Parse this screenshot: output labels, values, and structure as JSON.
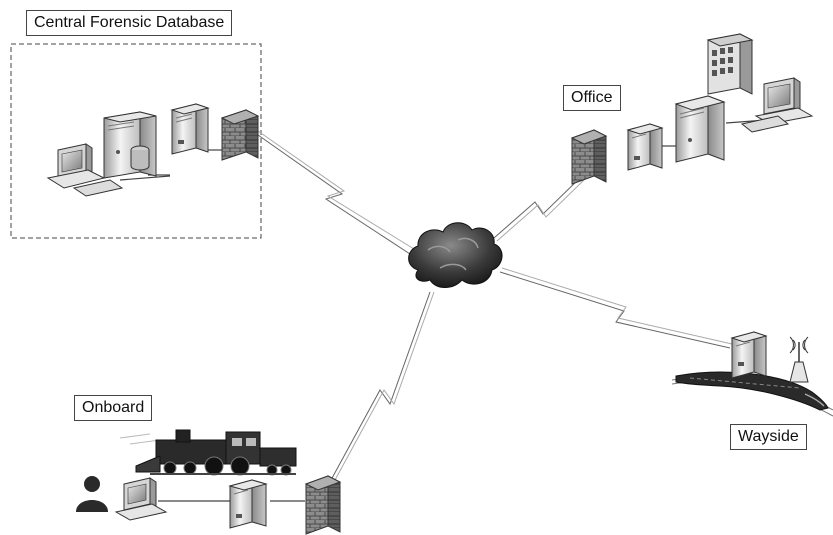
{
  "labels": {
    "central": "Central Forensic Database",
    "office": "Office",
    "onboard": "Onboard",
    "wayside": "Wayside"
  }
}
